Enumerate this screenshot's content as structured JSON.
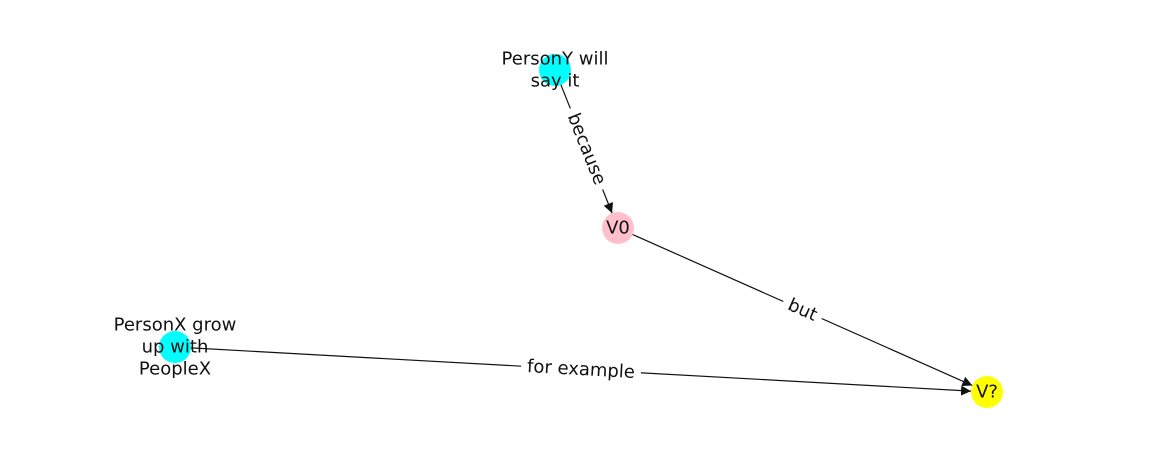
{
  "nodes": [
    {
      "id": "n_persony",
      "lines": [
        "PersonY will",
        "say it"
      ],
      "color": "#00ffff"
    },
    {
      "id": "n_v0",
      "lines": [
        "V0"
      ],
      "color": "#ffc0cb"
    },
    {
      "id": "n_personx",
      "lines": [
        "PersonX grow",
        "up with",
        "PeopleX"
      ],
      "color": "#00ffff"
    },
    {
      "id": "n_vq",
      "lines": [
        "V?"
      ],
      "color": "#ffff00"
    }
  ],
  "edges": [
    {
      "from": "n_persony",
      "to": "n_v0",
      "label": "because"
    },
    {
      "from": "n_v0",
      "to": "n_vq",
      "label": "but"
    },
    {
      "from": "n_personx",
      "to": "n_vq",
      "label": "for example"
    }
  ]
}
